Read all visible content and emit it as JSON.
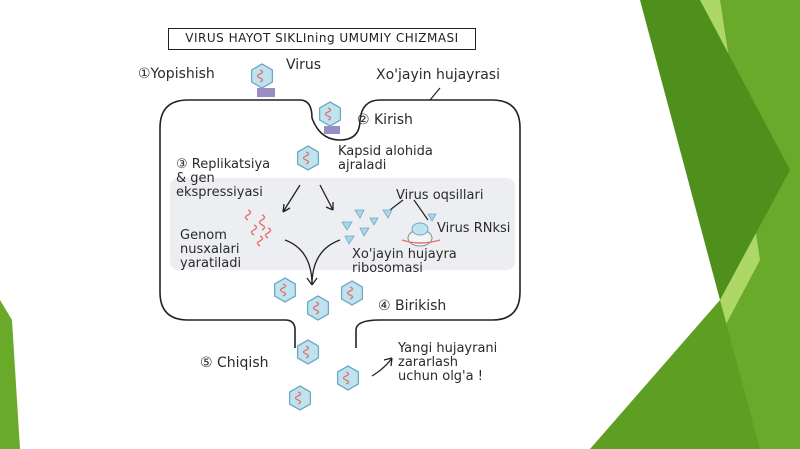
{
  "title": "VIRUS HAYOT SIKLIning UMUMIY CHIZMASI",
  "labels": {
    "step1": "①Yopishish",
    "virus": "Virus",
    "host_cell": "Xo'jayin hujayrasi",
    "step2": "② Kirish",
    "capsid": "Kapsid alohida\najraladi",
    "step3": "③ Replikatsiya\n& gen\nekspressiyasi",
    "virus_proteins": "Virus oqsillari",
    "virus_rna": "Virus RNksi",
    "genome": "Genom\nnusxalari\nyaratiladi",
    "ribosome": "Xo'jayin hujayra\nribosomasi",
    "step4": "④ Birikish",
    "step5": "⑤ Chiqish",
    "new_infect": "Yangi hujayrani\nzararlash\nuchun olg'a !"
  },
  "colors": {
    "green_dark": "#4f8f1b",
    "green_mid": "#6aaa2a",
    "green_light": "#9fd04c",
    "virus_fill": "#bfe3ef",
    "virus_stroke": "#6fa9c4",
    "rna": "#e0726f",
    "receptor": "#9a8cc4",
    "zone": "#eceef1"
  }
}
